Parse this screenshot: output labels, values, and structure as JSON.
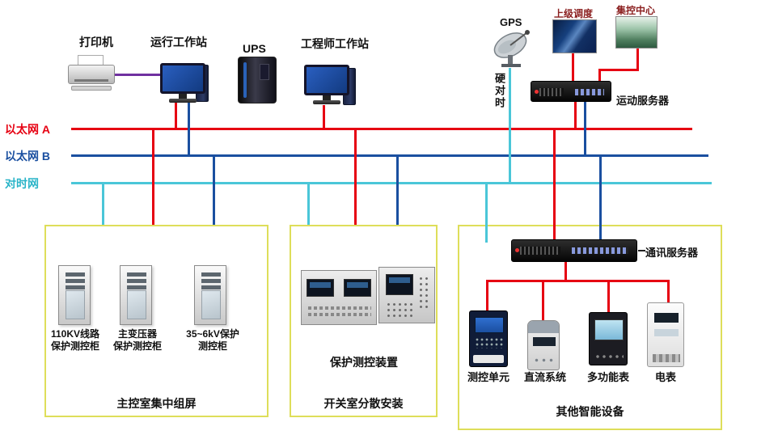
{
  "colors": {
    "bus_a": "#e60012",
    "bus_b": "#1a4fa0",
    "time_net": "#4ac6d8",
    "time_net_label": "#2ab4c8",
    "printer_link": "#7030a0",
    "group_border": "#dede5a",
    "photo_label": "#8b2020"
  },
  "top_row": {
    "printer_label": "打印机",
    "operator_workstation_label": "运行工作站",
    "ups_label": "UPS",
    "engineer_workstation_label": "工程师工作站",
    "gps_label": "GPS",
    "superior_dispatch_label": "上级调度",
    "control_center_label": "集控中心",
    "telecontrol_server_label": "运动服务器",
    "hard_time_sync_label": "硬对时"
  },
  "buses": {
    "ethernet_a_label": "以太网 A",
    "ethernet_b_label": "以太网 B",
    "time_sync_label": "对时网"
  },
  "groups": {
    "main_control_room": {
      "caption": "主控室集中组屏",
      "cabinets": [
        {
          "line1": "110KV线路",
          "line2": "保护测控柜"
        },
        {
          "line1": "主变压器",
          "line2": "保护测控柜"
        },
        {
          "line1": "35~6kV保护",
          "line2": "测控柜"
        }
      ]
    },
    "switchgear_room": {
      "caption": "开关室分散安装",
      "device_label": "保护测控装置"
    },
    "other_devices": {
      "caption": "其他智能设备",
      "comm_server_label": "通讯服务器",
      "items": [
        {
          "label": "测控单元"
        },
        {
          "label": "直流系统"
        },
        {
          "label": "多功能表"
        },
        {
          "label": "电表"
        }
      ]
    }
  }
}
